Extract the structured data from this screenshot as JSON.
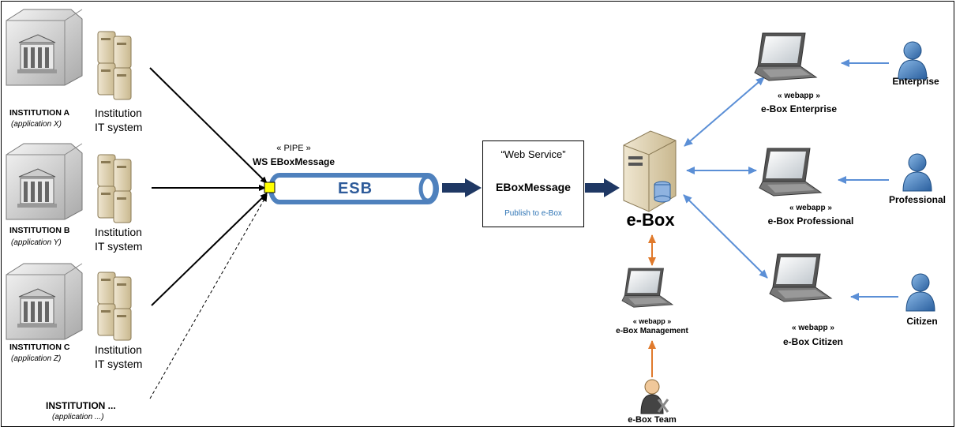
{
  "institutions": [
    {
      "name": "INSTITUTION A",
      "application": "(application X)",
      "it_label": "Institution",
      "it_label2": "IT system"
    },
    {
      "name": "INSTITUTION B",
      "application": "(application Y)",
      "it_label": "Institution",
      "it_label2": "IT system"
    },
    {
      "name": "INSTITUTION C",
      "application": "(application Z)",
      "it_label": "Institution",
      "it_label2": "IT system"
    },
    {
      "name": "INSTITUTION ...",
      "application": "(application ...)"
    }
  ],
  "pipe": {
    "stereotype": "« PIPE »",
    "name": "WS EBoxMessage",
    "label": "ESB"
  },
  "web_service": {
    "title": "“Web Service”",
    "name": "EBoxMessage",
    "operation": "Publish to e-Box"
  },
  "ebox": {
    "label": "e-Box"
  },
  "webapps": [
    {
      "stereotype": "« webapp »",
      "name": "e-Box Enterprise",
      "actor": "Enterprise"
    },
    {
      "stereotype": "« webapp »",
      "name": "e-Box Professional",
      "actor": "Professional"
    },
    {
      "stereotype": "« webapp »",
      "name": "e-Box Citizen",
      "actor": "Citizen"
    }
  ],
  "management": {
    "stereotype": "« webapp »",
    "name": "e-Box Management"
  },
  "team": {
    "label": "e-Box Team"
  },
  "colors": {
    "blue_arrow": "#5b8fd6",
    "orange_arrow": "#e07a2c",
    "pipe_blue": "#4f81bd",
    "dark_arrow": "#1f3864",
    "actor_blue": "#3a76b8"
  }
}
